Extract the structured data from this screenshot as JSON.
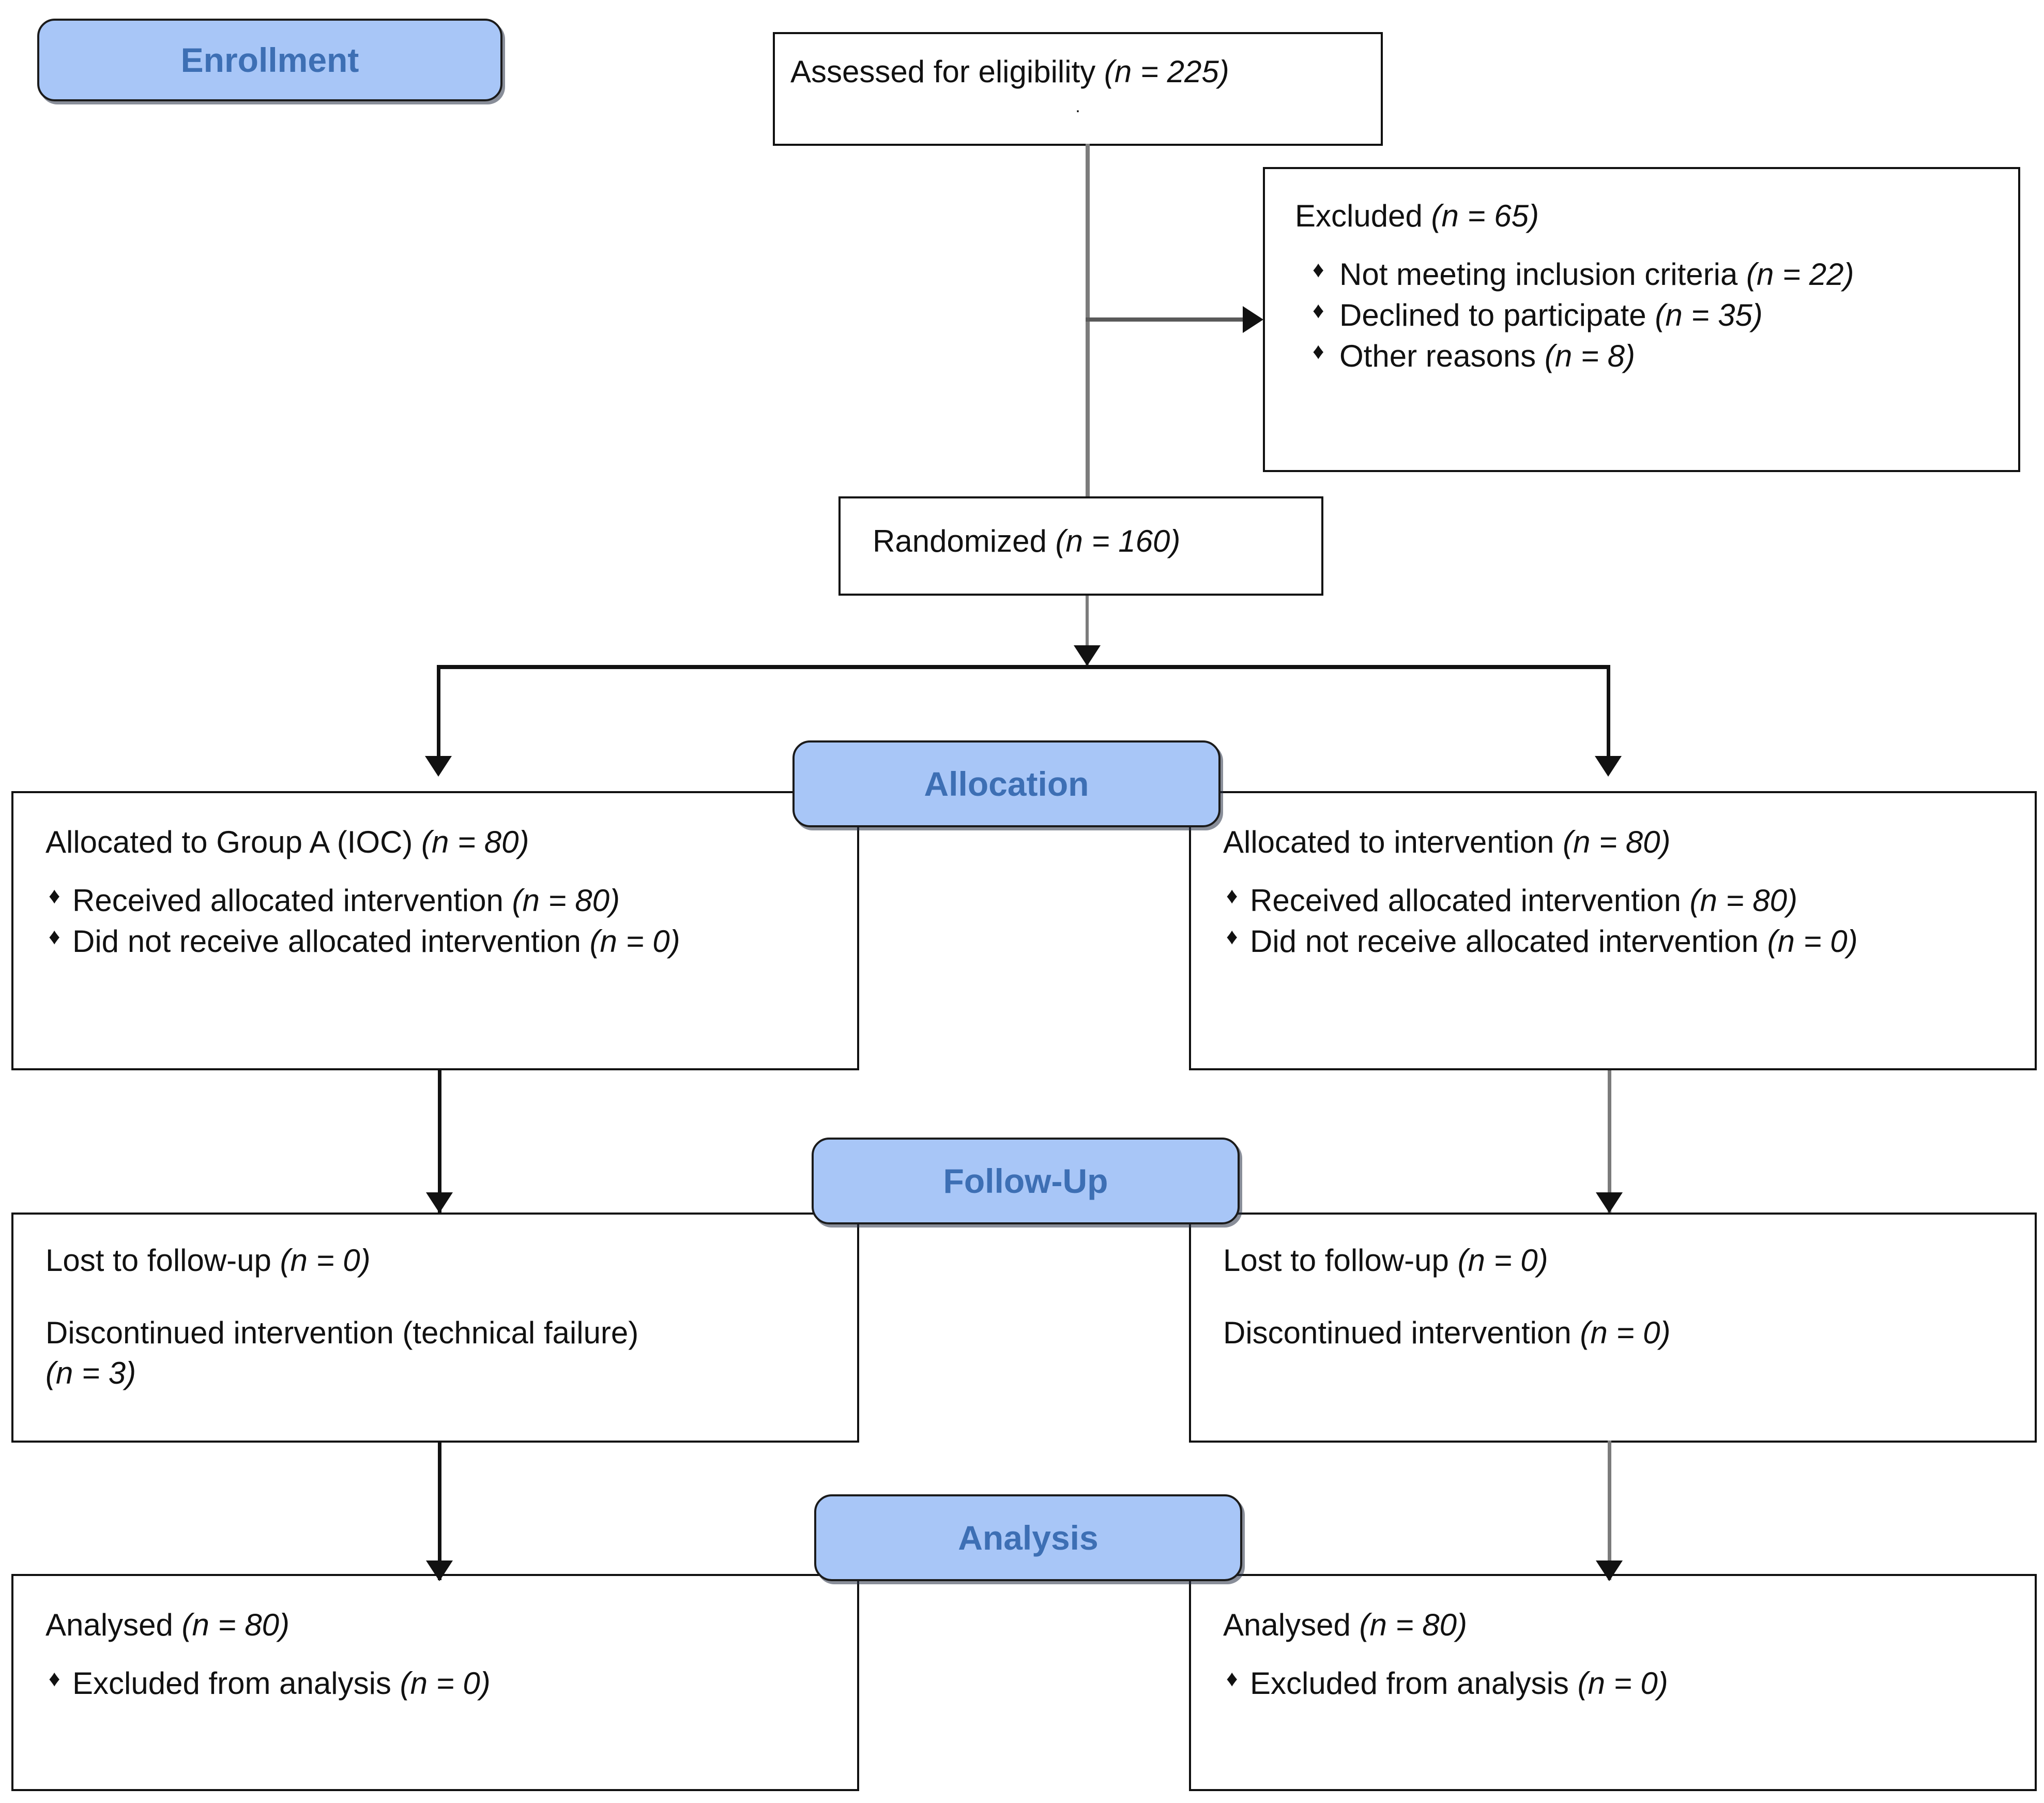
{
  "diagram": {
    "title": "CONSORT participant flow diagram",
    "accent_color": "#a8c6f7",
    "accent_text_color": "#3d6fb4",
    "line_color": "#111111",
    "line_color_secondary": "#7c7c7c",
    "bullet_glyph": "♦"
  },
  "stages": {
    "enrollment": "Enrollment",
    "allocation": "Allocation",
    "followup": "Follow-Up",
    "analysis": "Analysis"
  },
  "enrollment": {
    "assessed": {
      "text": "Assessed for eligibility ",
      "n": "(n = 225)",
      "stray_mark": "."
    },
    "excluded": {
      "heading": "Excluded ",
      "heading_n": "(n = 65)",
      "reasons": [
        {
          "label": "Not meeting inclusion criteria ",
          "n": "(n = 22)"
        },
        {
          "label": "Declined to participate ",
          "n": "(n = 35)"
        },
        {
          "label": "Other reasons ",
          "n": "(n = 8)"
        }
      ]
    },
    "randomized": {
      "text": "Randomized ",
      "n": "(n = 160)"
    }
  },
  "allocation": {
    "left": {
      "heading": "Allocated to Group A (IOC) ",
      "heading_n": "(n = 80)",
      "items": [
        {
          "label": "Received allocated intervention ",
          "n": "(n = 80)"
        },
        {
          "label": "Did not receive allocated intervention ",
          "n": "(n = 0)"
        }
      ]
    },
    "right": {
      "heading": "Allocated to intervention ",
      "heading_n": "(n = 80)",
      "items": [
        {
          "label": "Received allocated intervention ",
          "n": "(n = 80)"
        },
        {
          "label": "Did not receive allocated intervention ",
          "n": "(n = 0)"
        }
      ]
    }
  },
  "followup": {
    "left": {
      "lost_label": "Lost to follow-up ",
      "lost_n": "(n = 0)",
      "disc_label": "Discontinued intervention (technical failure)",
      "disc_n": "(n = 3)"
    },
    "right": {
      "lost_label": "Lost to follow-up ",
      "lost_n": "(n = 0)",
      "disc_label": "Discontinued intervention ",
      "disc_n": "(n = 0)"
    }
  },
  "analysis": {
    "left": {
      "heading": "Analysed ",
      "heading_n": "(n = 80)",
      "items": [
        {
          "label": "Excluded from analysis ",
          "n": "(n = 0)"
        }
      ]
    },
    "right": {
      "heading": "Analysed ",
      "heading_n": "(n = 80)",
      "items": [
        {
          "label": "Excluded from analysis ",
          "n": "(n = 0)"
        }
      ]
    }
  }
}
